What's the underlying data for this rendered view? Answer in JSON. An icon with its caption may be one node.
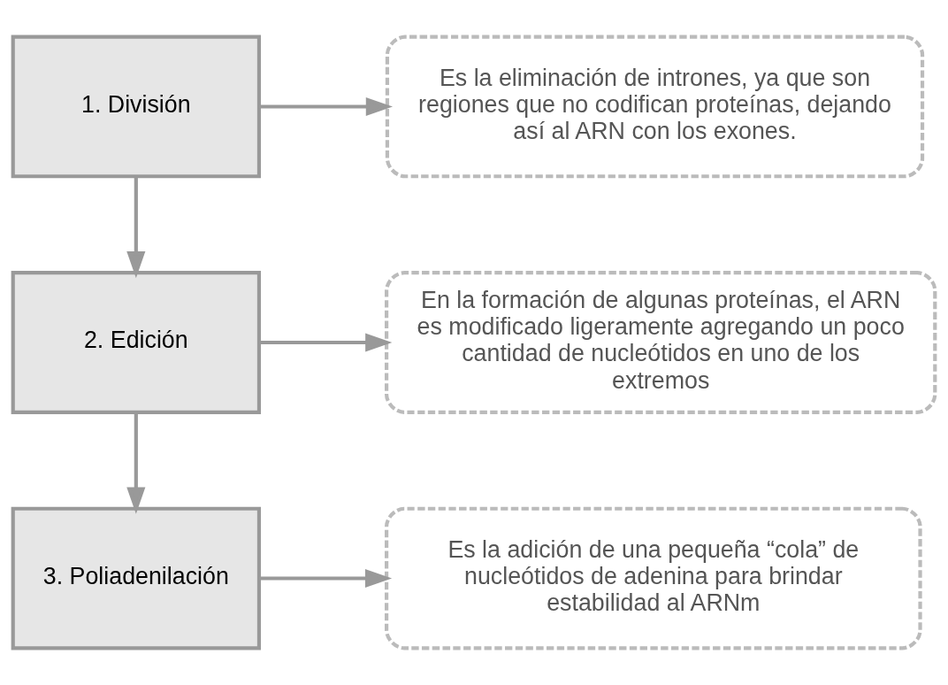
{
  "diagram": {
    "nodes": [
      {
        "text": [
          "1. División"
        ]
      },
      {
        "text": [
          "Es la eliminación de intrones, ya que son regiones que no codifican proteínas, dejando así al ARN con los exones."
        ]
      },
      {
        "text": [
          "2. Edición"
        ]
      },
      {
        "text": [
          "En la formación de algunas proteínas, el ARN es modificado ligeramente agregando un poco cantidad de nucleótidos en uno de los extremos"
        ]
      },
      {
        "text": [
          "3. Poliadenilación"
        ]
      },
      {
        "text": [
          "Es la adición de una pequeña “cola” de nucleótidos de adenina para brindar estabilidad al ARNm"
        ]
      }
    ],
    "edges": [
      {
        "from": 0,
        "to": 1,
        "arrow": "to"
      },
      {
        "from": 0,
        "to": 2,
        "arrow": "to"
      },
      {
        "from": 2,
        "to": 3,
        "arrow": "to"
      },
      {
        "from": 2,
        "to": 4,
        "arrow": "to"
      },
      {
        "from": 4,
        "to": 5,
        "arrow": "to"
      }
    ]
  }
}
